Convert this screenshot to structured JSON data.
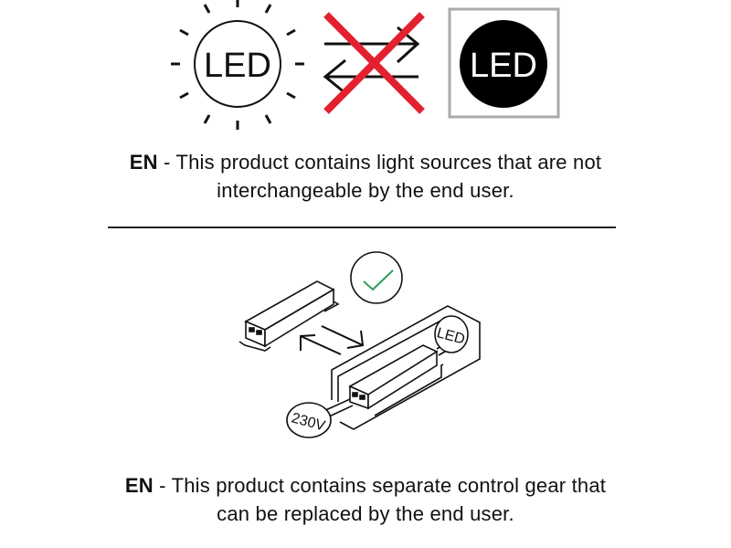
{
  "top_icons": {
    "led_label": "LED",
    "led_filled_label": "LED",
    "cross_color": "#e3202e"
  },
  "notice_1": {
    "lang": "EN",
    "text_line1": " - This product contains light sources that are not",
    "text_line2": "interchangeable by the end user."
  },
  "diagram": {
    "led_label": "LED",
    "voltage_label": "230V",
    "check_color": "#2e9e5b"
  },
  "notice_2": {
    "lang": "EN",
    "text_line1": " - This product contains separate control gear that",
    "text_line2": "can be replaced by the end user."
  }
}
